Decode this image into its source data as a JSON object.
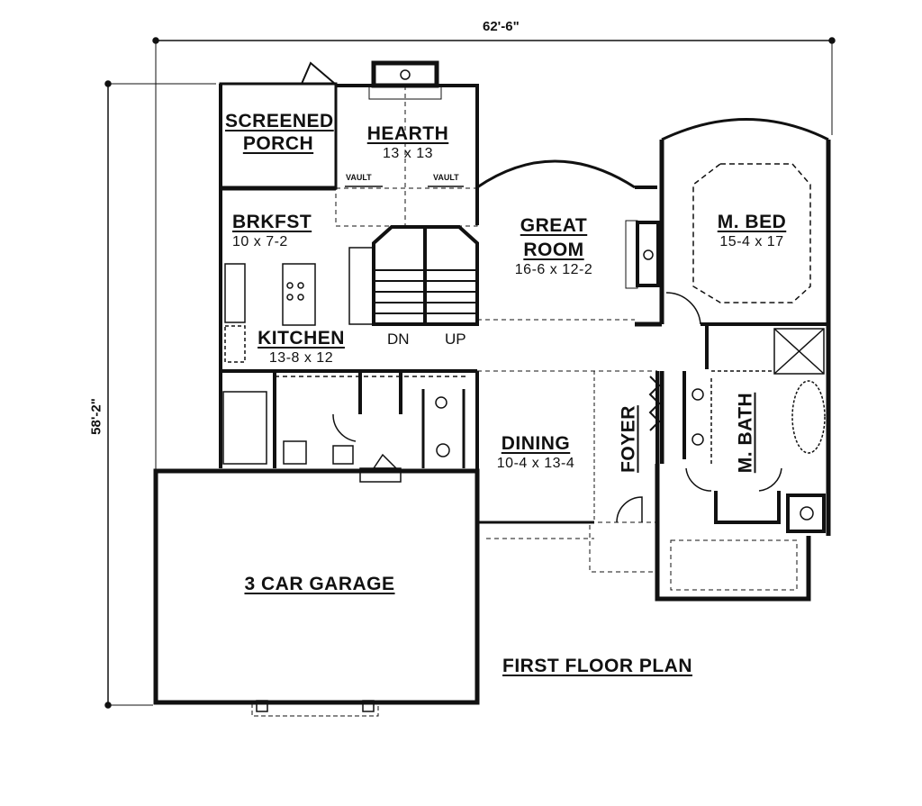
{
  "plan_title": "FIRST FLOOR PLAN",
  "overall_dimensions": {
    "width": "62'-6\"",
    "depth": "58'-2\""
  },
  "rooms": [
    {
      "id": "screened-porch",
      "name_line1": "SCREENED",
      "name_line2": "PORCH",
      "size": ""
    },
    {
      "id": "hearth",
      "name_line1": "HEARTH",
      "name_line2": "",
      "size": "13 x 13"
    },
    {
      "id": "brkfst",
      "name_line1": "BRKFST",
      "name_line2": "",
      "size": "10 x 7-2"
    },
    {
      "id": "kitchen",
      "name_line1": "KITCHEN",
      "name_line2": "",
      "size": "13-8 x 12"
    },
    {
      "id": "great-room",
      "name_line1": "GREAT",
      "name_line2": "ROOM",
      "size": "16-6 x 12-2"
    },
    {
      "id": "m-bed",
      "name_line1": "M. BED",
      "name_line2": "",
      "size": "15-4 x 17"
    },
    {
      "id": "dining",
      "name_line1": "DINING",
      "name_line2": "",
      "size": "10-4 x 13-4"
    },
    {
      "id": "foyer",
      "name_line1": "FOYER",
      "name_line2": "",
      "size": ""
    },
    {
      "id": "m-bath",
      "name_line1": "M. BATH",
      "name_line2": "",
      "size": ""
    },
    {
      "id": "garage",
      "name_line1": "3 CAR GARAGE",
      "name_line2": "",
      "size": ""
    }
  ],
  "annotations": {
    "vault": "VAULT",
    "stair_down": "DN",
    "stair_up": "UP"
  },
  "colors": {
    "line": "#111111",
    "background": "#ffffff"
  }
}
